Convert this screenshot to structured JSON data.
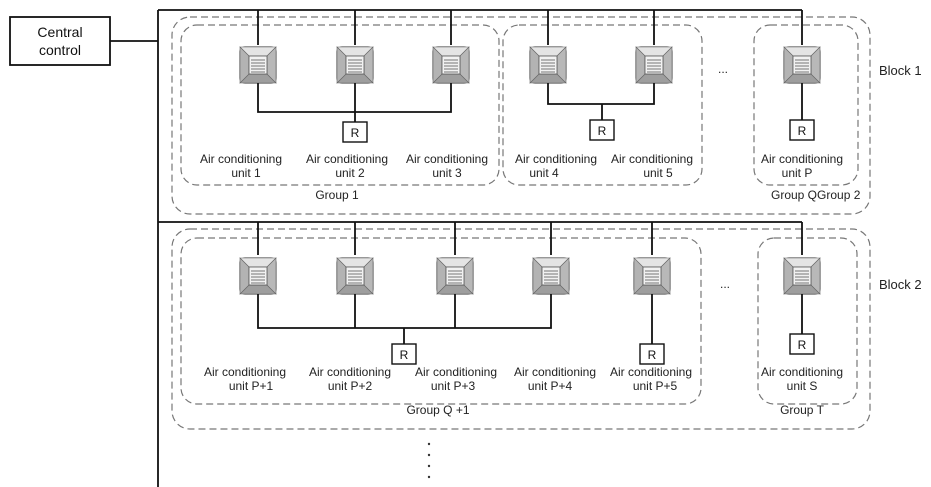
{
  "central_control": {
    "line1": "Central",
    "line2": "control"
  },
  "blocks": [
    {
      "label": "Block 1",
      "units": [
        {
          "line1": "Air conditioning",
          "line2": "unit 1"
        },
        {
          "line1": "Air conditioning",
          "line2": "unit 2"
        },
        {
          "line1": "Air conditioning",
          "line2": "unit 3"
        },
        {
          "line1": "Air conditioning",
          "line2": "unit 4"
        },
        {
          "line1": "Air conditioning",
          "line2": "unit 5"
        },
        {
          "line1": "Air conditioning",
          "line2": "unit P"
        }
      ],
      "group_labels": [
        "Group 1",
        "Group QGroup 2"
      ],
      "ellipsis": "..."
    },
    {
      "label": "Block 2",
      "units": [
        {
          "line1": "Air conditioning",
          "line2": "unit P+1"
        },
        {
          "line1": "Air conditioning",
          "line2": "unit P+2"
        },
        {
          "line1": "Air conditioning",
          "line2": "unit P+3"
        },
        {
          "line1": "Air conditioning",
          "line2": "unit P+4"
        },
        {
          "line1": "Air conditioning",
          "line2": "unit P+5"
        },
        {
          "line1": "Air conditioning",
          "line2": "unit S"
        }
      ],
      "group_labels": [
        "Group Q +1",
        "Group T"
      ],
      "ellipsis": "..."
    }
  ],
  "remote_label": "R",
  "colors": {
    "line": "#111111",
    "dash": "#777777",
    "unit_face": "#d6d6d6",
    "unit_edge": "#555555"
  }
}
